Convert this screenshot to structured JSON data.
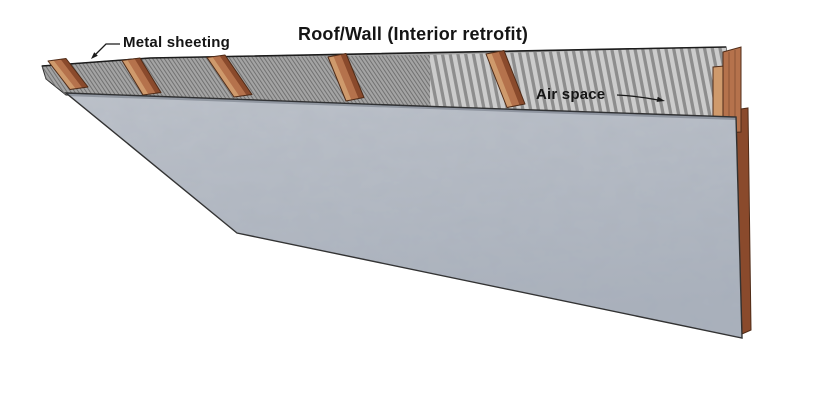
{
  "diagram": {
    "title": "Roof/Wall (Interior retrofit)",
    "labels": {
      "metal_sheeting": "Metal sheeting",
      "air_space": "Air space"
    },
    "colors": {
      "background": "#ffffff",
      "text": "#151515",
      "sheet_base": "#a4a4a4",
      "hatch_line": "#6b6b6b",
      "stripe_light": "#cccccc",
      "stripe_dark": "#8d8d8d",
      "sheet_edge": "#1c1c1c",
      "panel_light": "#bdc2ca",
      "panel_dark": "#aab1bc",
      "panel_edge": "#2e2e2e",
      "wood_face": "#b5724c",
      "wood_light": "#cf9a6c",
      "wood_dark": "#8a4a2c",
      "wood_outline": "#4f2b17",
      "arrow": "#1a1a1a"
    }
  }
}
